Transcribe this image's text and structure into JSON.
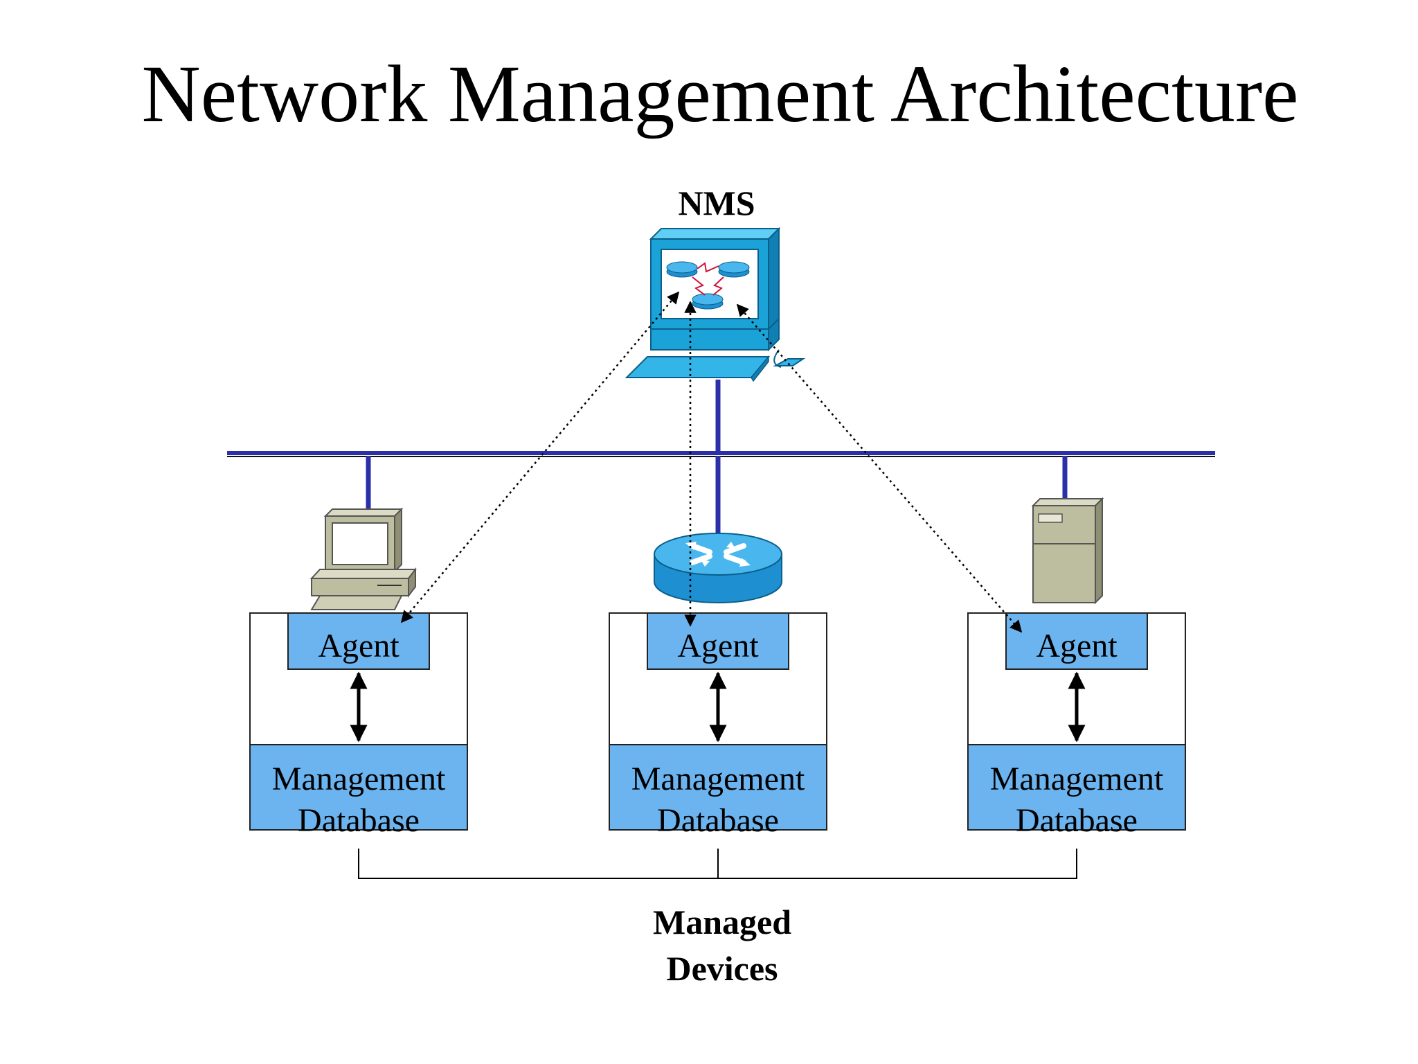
{
  "title": "Network Management Architecture",
  "nms_label": "NMS",
  "devices": [
    {
      "kind": "workstation-icon",
      "agent_label": "Agent",
      "db_line1": "Management",
      "db_line2": "Database"
    },
    {
      "kind": "router-icon",
      "agent_label": "Agent",
      "db_line1": "Management",
      "db_line2": "Database"
    },
    {
      "kind": "server-icon",
      "agent_label": "Agent",
      "db_line1": "Management",
      "db_line2": "Database"
    }
  ],
  "managed_line1": "Managed",
  "managed_line2": "Devices",
  "colors": {
    "box_fill": "#6cb4f0",
    "bus": "#2b2fa8",
    "nms_blue": "#1ba3d8",
    "router_blue": "#1e8fd0",
    "device_beige": "#bdbd9f",
    "link_red": "#d0103a"
  }
}
